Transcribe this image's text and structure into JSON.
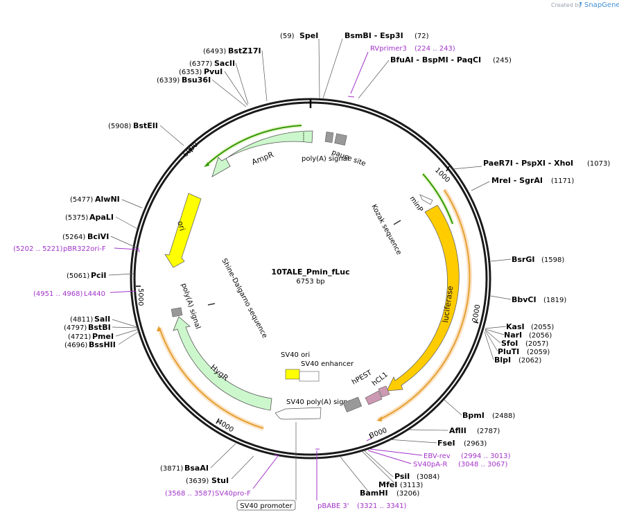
{
  "credit": {
    "created_by": "Created by",
    "brand": "SnapGene"
  },
  "plasmid": {
    "name": "10TALE_Pmin_fLuc",
    "length": "6753 bp"
  },
  "ticks": [
    "1000",
    "2000",
    "3000",
    "4000",
    "5000",
    "6000"
  ],
  "enzymes": [
    {
      "pos": "(59)",
      "name": "SpeI"
    },
    {
      "pos": "(72)",
      "name": "BsmBI   - Esp3I"
    },
    {
      "pos": "(245)",
      "name": "BfuAI   - BspMI   - PaqCI"
    },
    {
      "pos": "(1073)",
      "name": "PaeR7I   - PspXI   - XhoI"
    },
    {
      "pos": "(1171)",
      "name": "MreI   - SgrAI"
    },
    {
      "pos": "(1598)",
      "name": "BsrGI"
    },
    {
      "pos": "(1819)",
      "name": "BbvCI"
    },
    {
      "pos": "(2055)",
      "name": "KasI"
    },
    {
      "pos": "(2056)",
      "name": "NarI"
    },
    {
      "pos": "(2057)",
      "name": "SfoI"
    },
    {
      "pos": "(2059)",
      "name": "PluTI"
    },
    {
      "pos": "(2062)",
      "name": "BlpI"
    },
    {
      "pos": "(2488)",
      "name": "BpmI"
    },
    {
      "pos": "(2787)",
      "name": "AflII"
    },
    {
      "pos": "(2963)",
      "name": "FseI"
    },
    {
      "pos": "(3084)",
      "name": "PsiI"
    },
    {
      "pos": "(3113)",
      "name": "MfeI"
    },
    {
      "pos": "(3206)",
      "name": "BamHI"
    },
    {
      "pos": "(3639)",
      "name": "StuI"
    },
    {
      "pos": "(3871)",
      "name": "BsaAI"
    },
    {
      "pos": "(4696)",
      "name": "BssHII"
    },
    {
      "pos": "(4721)",
      "name": "PmeI"
    },
    {
      "pos": "(4797)",
      "name": "BstBI"
    },
    {
      "pos": "(4811)",
      "name": "SalI"
    },
    {
      "pos": "(5061)",
      "name": "PciI"
    },
    {
      "pos": "(5264)",
      "name": "BciVI"
    },
    {
      "pos": "(5375)",
      "name": "ApaLI"
    },
    {
      "pos": "(5477)",
      "name": "AlwNI"
    },
    {
      "pos": "(5908)",
      "name": "BstEII"
    },
    {
      "pos": "(6339)",
      "name": "Bsu36I"
    },
    {
      "pos": "(6353)",
      "name": "PvuI"
    },
    {
      "pos": "(6377)",
      "name": "SacII"
    },
    {
      "pos": "(6493)",
      "name": "BstZ17I"
    }
  ],
  "primers": [
    {
      "name": "RVprimer3",
      "range": "(224 .. 243)"
    },
    {
      "name": "EBV-rev",
      "range": "(2994 .. 3013)"
    },
    {
      "name": "SV40pA-R",
      "range": "(3048 .. 3067)"
    },
    {
      "name": "pBABE 3'",
      "range": "(3321 .. 3341)"
    },
    {
      "name": "SV40pro-F",
      "range": "(3568 .. 3587)"
    },
    {
      "name": "L4440",
      "range": "(4951 .. 4968)"
    },
    {
      "name": "pBR322ori-F",
      "range": "(5202 .. 5221)"
    }
  ],
  "features": {
    "AmpR": "AmpR",
    "ori": "ori",
    "luciferase": "luciferase",
    "HygR": "HygR",
    "minP": "minP",
    "kozak": "Kozak sequence",
    "shine": "Shine-Dalgarno sequence",
    "polyA_top": "poly(A) signal",
    "pause_site": "pause site",
    "polyA_left": "poly(A) signal",
    "sv40_ori": "SV40 ori",
    "sv40_enhancer": "SV40 enhancer",
    "sv40_polyA": "SV40 poly(A) signal",
    "hPEST": "hPEST",
    "hCL1": "hCL1",
    "sv40_promoter": "SV40 promoter"
  },
  "colors": {
    "backbone": "#1a1a1a",
    "ampr": "#ccf7cc",
    "ori": "#ffff00",
    "luciferase": "#ffcc00",
    "terminator": "#999999",
    "misc": "#ffffff",
    "degron": "#cc99b2",
    "primer": "#a233c9",
    "orf_green": "#339900",
    "orf_orange": "#e6a033"
  }
}
